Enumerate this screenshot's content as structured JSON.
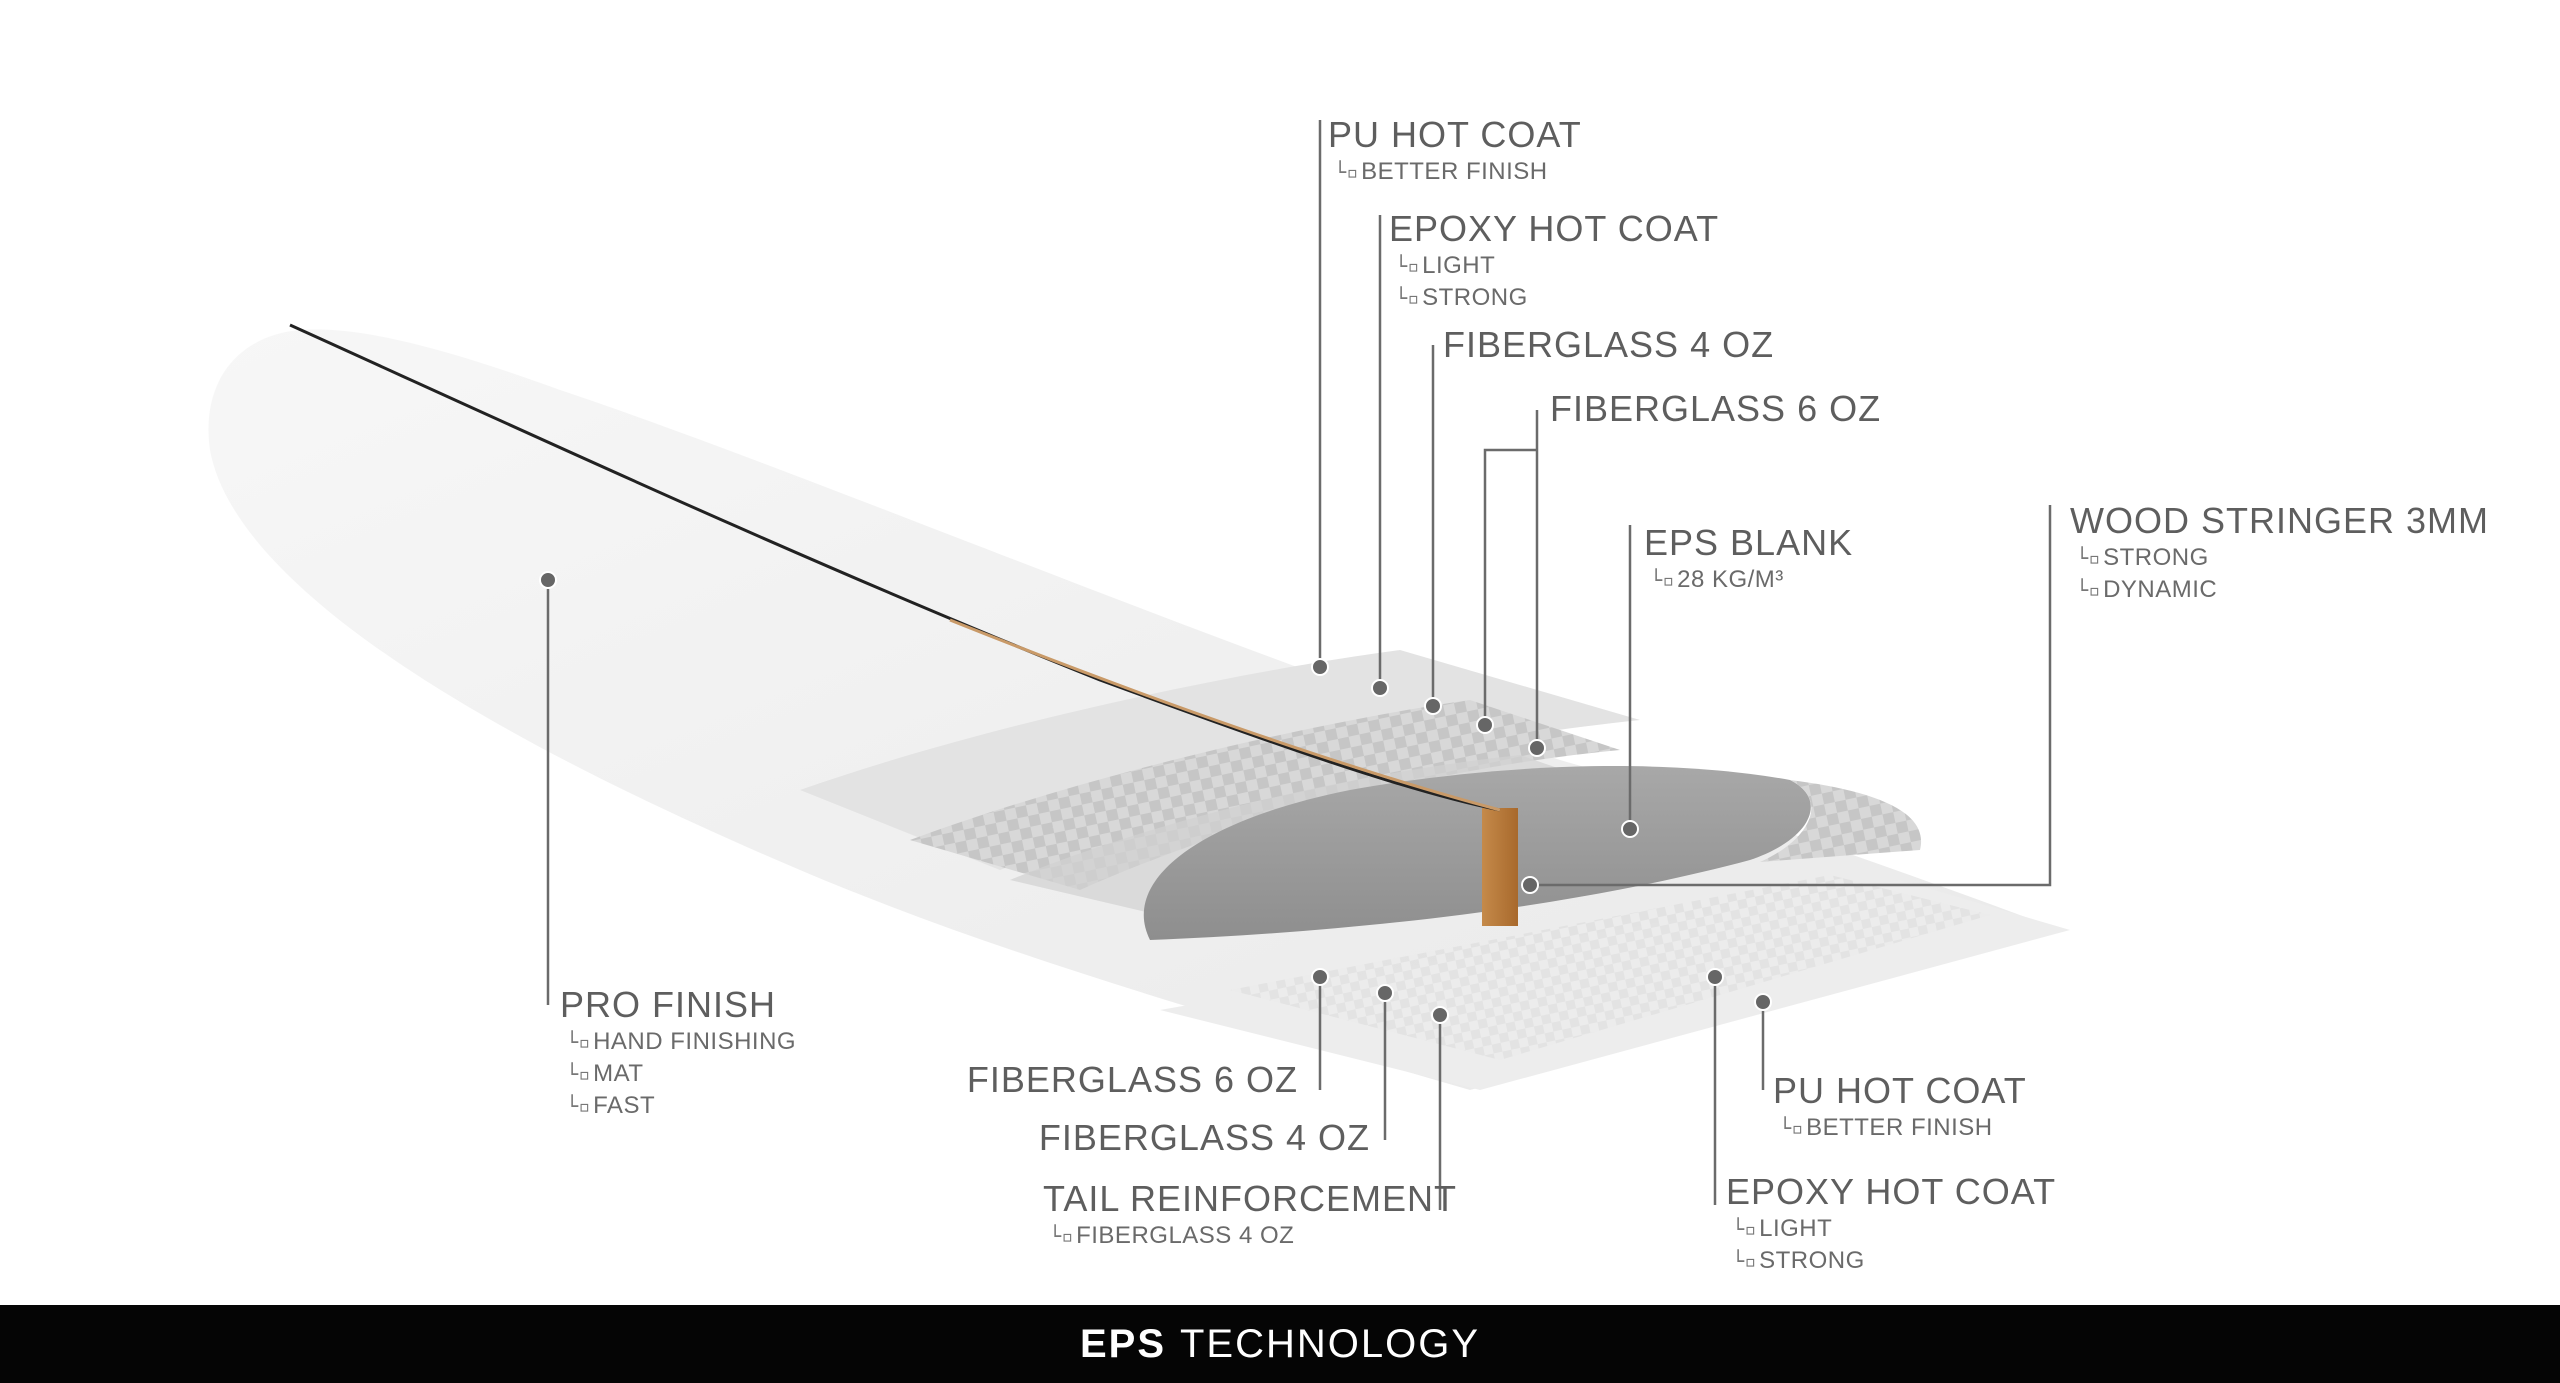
{
  "footer": {
    "bold": "EPS",
    "normal": "TECHNOLOGY"
  },
  "labels": {
    "pu_top": {
      "title": "PU HOT COAT",
      "subs": [
        "BETTER FINISH"
      ]
    },
    "epoxy_top": {
      "title": "EPOXY HOT COAT",
      "subs": [
        "LIGHT",
        "STRONG"
      ]
    },
    "fg4_top": {
      "title": "FIBERGLASS 4 OZ",
      "subs": []
    },
    "fg6_top": {
      "title": "FIBERGLASS 6 OZ",
      "subs": []
    },
    "eps": {
      "title": "EPS BLANK",
      "subs": [
        "28 KG/M³"
      ]
    },
    "stringer": {
      "title": "WOOD STRINGER 3MM",
      "subs": [
        "STRONG",
        "DYNAMIC"
      ]
    },
    "pro": {
      "title": "PRO FINISH",
      "subs": [
        "HAND FINISHING",
        "MAT",
        "FAST"
      ]
    },
    "fg6_bot": {
      "title": "FIBERGLASS 6 OZ",
      "subs": []
    },
    "fg4_bot": {
      "title": "FIBERGLASS 4 OZ",
      "subs": []
    },
    "tail": {
      "title": "TAIL REINFORCEMENT",
      "subs": [
        "FIBERGLASS 4 OZ"
      ]
    },
    "pu_bot": {
      "title": "PU HOT COAT",
      "subs": [
        "BETTER FINISH"
      ]
    },
    "epoxy_bot": {
      "title": "EPOXY HOT COAT",
      "subs": [
        "LIGHT",
        "STRONG"
      ]
    }
  },
  "colors": {
    "line": "#6b6b6b",
    "dot": "#666666",
    "board": "#f2f2f2",
    "foam": "#9a9a9a",
    "stringer": "#b5793a",
    "footer_bg": "#050505"
  },
  "icons": {
    "sub_bullet": "└▫"
  }
}
